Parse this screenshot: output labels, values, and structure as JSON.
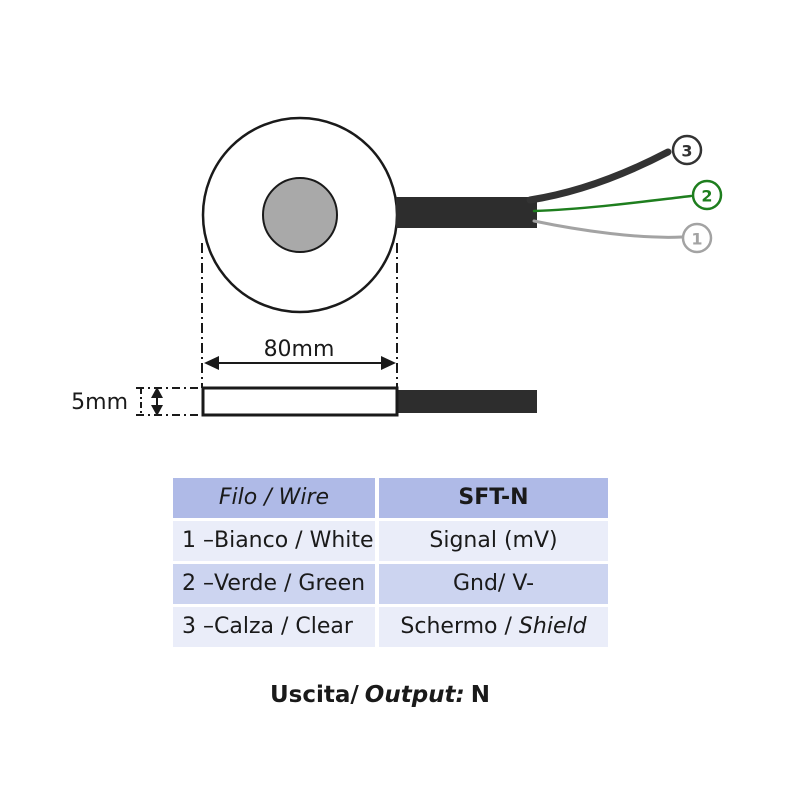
{
  "diagram": {
    "badges": [
      "3",
      "2",
      "1"
    ],
    "dims": {
      "width_label": "80mm",
      "height_label": "5mm"
    },
    "colors": {
      "cable": "#2d2d2d",
      "disc_inner": "#a9a9a9",
      "wire_3_shield": "#333333",
      "wire_2_green": "#1e7e1e",
      "wire_1_gray": "#a3a3a3",
      "outline": "#1a1a1a"
    }
  },
  "table": {
    "header": {
      "wire_col": "Filo / Wire",
      "model_col": "SFT-N"
    },
    "rows": [
      {
        "wire": "1 –Bianco / White",
        "signal": "Signal (mV)"
      },
      {
        "wire": "2 –Verde / Green",
        "signal": "Gnd/ V-"
      },
      {
        "wire": "3 –Calza / Clear",
        "signal_normal": "Schermo /",
        "signal_italic": "Shield"
      }
    ],
    "colors": {
      "header_bg": "#afbae7",
      "row_light_bg": "#eaedf9",
      "row_medium_bg": "#ccd4f0"
    }
  },
  "caption": {
    "part1": "Uscita/",
    "part2": "Output:",
    "part3": "N"
  }
}
